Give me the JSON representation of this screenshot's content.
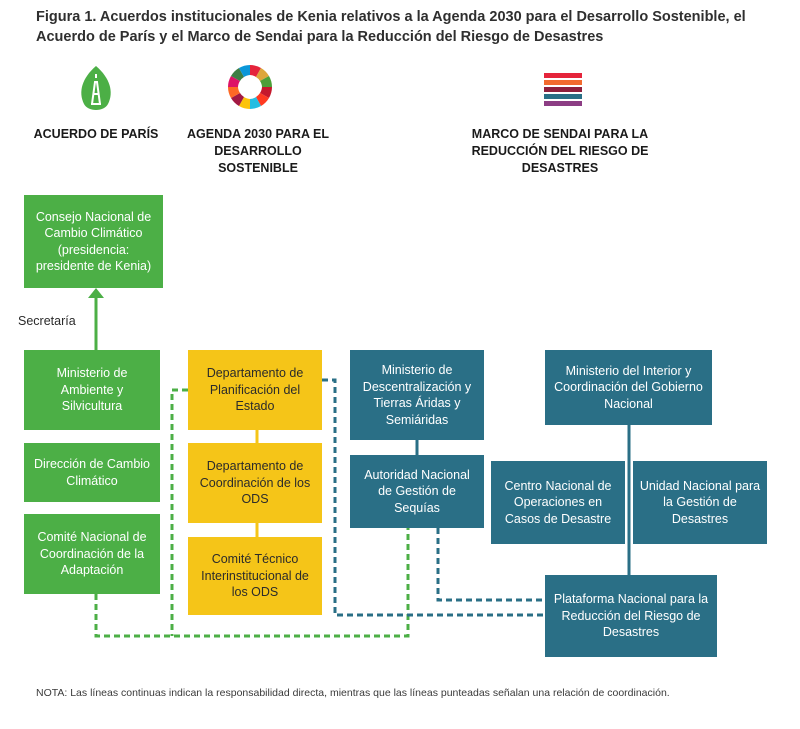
{
  "figure_title": "Figura 1. Acuerdos institucionales de Kenia relativos a la Agenda 2030 para el Desarrollo Sostenible, el Acuerdo de París y el Marco de Sendai para la Reducción del Riesgo de Desastres",
  "headers": {
    "paris": "ACUERDO DE PARÍS",
    "agenda": "AGENDA 2030 PARA EL DESARROLLO SOSTENIBLE",
    "sendai": "MARCO DE SENDAI PARA LA REDUCCIÓN DEL RIESGO DE DESASTRES"
  },
  "icons": {
    "paris": "eiffel-leaf-icon",
    "agenda": "sdg-wheel-icon",
    "sendai": "stripes-icon"
  },
  "colors": {
    "green": "#4caf46",
    "yellow": "#f5c518",
    "blue": "#2a6f86"
  },
  "paris_boxes": {
    "council": "Consejo Nacional de Cambio Climático (presidencia: presidente de Kenia)",
    "secretariat": "Secretaría",
    "ministry": "Ministerio de Ambiente y Silvicultura",
    "climate_directorate": "Dirección de Cambio Climático",
    "adaptation_committee": "Comité Nacional de Coordinación de la Adaptación"
  },
  "agenda_boxes": {
    "planning": "Departamento de Planificación del Estado",
    "sdg_coordination": "Departamento de Coordinación de los ODS",
    "technical_committee": "Comité Técnico Interinstitucional de los ODS"
  },
  "sendai_boxes": {
    "decentralization": "Ministerio de Descentralización y Tierras Áridas y Semiáridas",
    "drought_authority": "Autoridad Nacional de Gestión de Sequías",
    "interior": "Ministerio del Interior y Coordinación del Gobierno Nacional",
    "operations_center": "Centro Nacional de Operaciones en Casos de Desastre",
    "management_unit": "Unidad Nacional para la Gestión de Desastres",
    "platform": "Plataforma Nacional para la Reducción del Riesgo de Desastres"
  },
  "note": "NOTA: Las líneas continuas indican la responsabilidad directa, mientras que las líneas punteadas señalan una relación de coordinación."
}
